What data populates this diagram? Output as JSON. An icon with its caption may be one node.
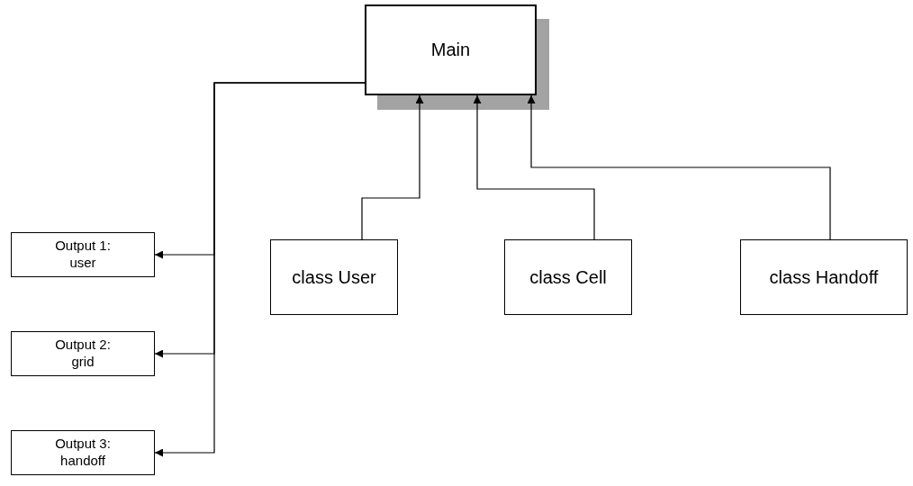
{
  "diagram": {
    "nodes": [
      {
        "text": [
          "Main"
        ]
      },
      {
        "text": [
          "class User"
        ]
      },
      {
        "text": [
          "class Cell"
        ]
      },
      {
        "text": [
          "class Handoff"
        ]
      },
      {
        "text": [
          "Output 1: user"
        ]
      },
      {
        "text": [
          "Output 2: grid"
        ]
      },
      {
        "text": [
          "Output 3: handoff"
        ]
      }
    ],
    "edges": [
      {
        "from": 1,
        "to": 0,
        "arrow": "to"
      },
      {
        "from": 2,
        "to": 0,
        "arrow": "to"
      },
      {
        "from": 3,
        "to": 0,
        "arrow": "to"
      },
      {
        "from": 0,
        "to": 4,
        "arrow": "to"
      },
      {
        "from": 0,
        "to": 5,
        "arrow": "to"
      },
      {
        "from": 0,
        "to": 6,
        "arrow": "to"
      }
    ]
  }
}
